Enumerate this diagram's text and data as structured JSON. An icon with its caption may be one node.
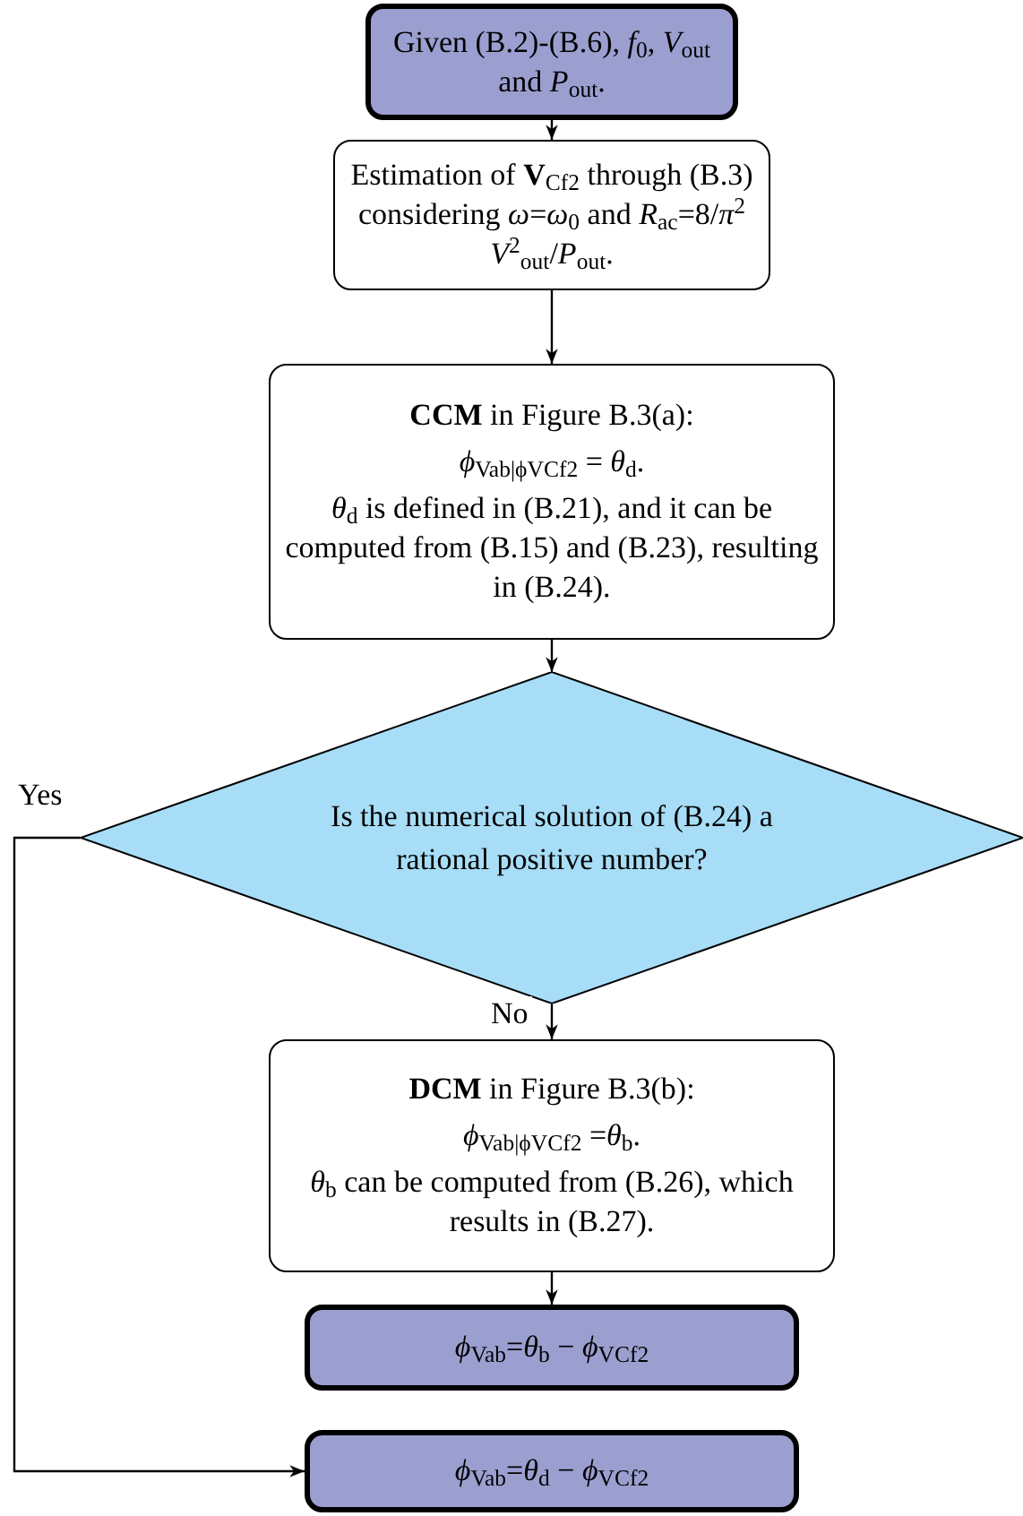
{
  "diagram": {
    "nodes": [
      {
        "text": [
          "Given (B.2)-(B.6), *f*$_{0}$, *V*$_{out}$ and *P*$_{out}$."
        ]
      },
      {
        "text": [
          "Estimation of **V**$_{Cf2}$ through (B.3) considering *ω*=*ω*$_{0}$ and *R*$_{ac}$=8/*π*$^{2}$ *V*$^{2}$$_{out}$/*P*$_{out}$."
        ]
      },
      {
        "text": [
          "**CCM** in Figure B.3(a):",
          "*ϕ*$_{Vab|ϕVCf2}$ = *θ*$_{d}$.",
          "*θ*$_{d}$ is defined in (B.21), and it can be computed from (B.15) and (B.23), resulting in (B.24)."
        ]
      },
      {
        "text": [
          "Is the numerical solution of (B.24) a rational positive number?"
        ]
      },
      {
        "text": [
          "**DCM** in Figure B.3(b):",
          "*ϕ*$_{Vab|ϕVCf2}$ =*θ*$_{b}$.",
          "*θ*$_{b}$ can be computed from (B.26), which results in (B.27)."
        ]
      },
      {
        "text": [
          "*ϕ*$_{Vab}$=*θ*$_{b}$ − *ϕ*$_{VCf2}$"
        ]
      },
      {
        "text": [
          "*ϕ*$_{Vab}$=*θ*$_{d}$ − *ϕ*$_{VCf2}$"
        ]
      }
    ],
    "edges": [
      {
        "from": 0,
        "to": 1,
        "arrow": "to"
      },
      {
        "from": 1,
        "to": 2,
        "arrow": "to"
      },
      {
        "from": 2,
        "to": 3,
        "arrow": "to"
      },
      {
        "from": 3,
        "to": 4,
        "arrow": "to",
        "label": "No"
      },
      {
        "from": 4,
        "to": 5,
        "arrow": "to"
      },
      {
        "from": 3,
        "to": 6,
        "arrow": "to",
        "label": "Yes"
      }
    ]
  }
}
